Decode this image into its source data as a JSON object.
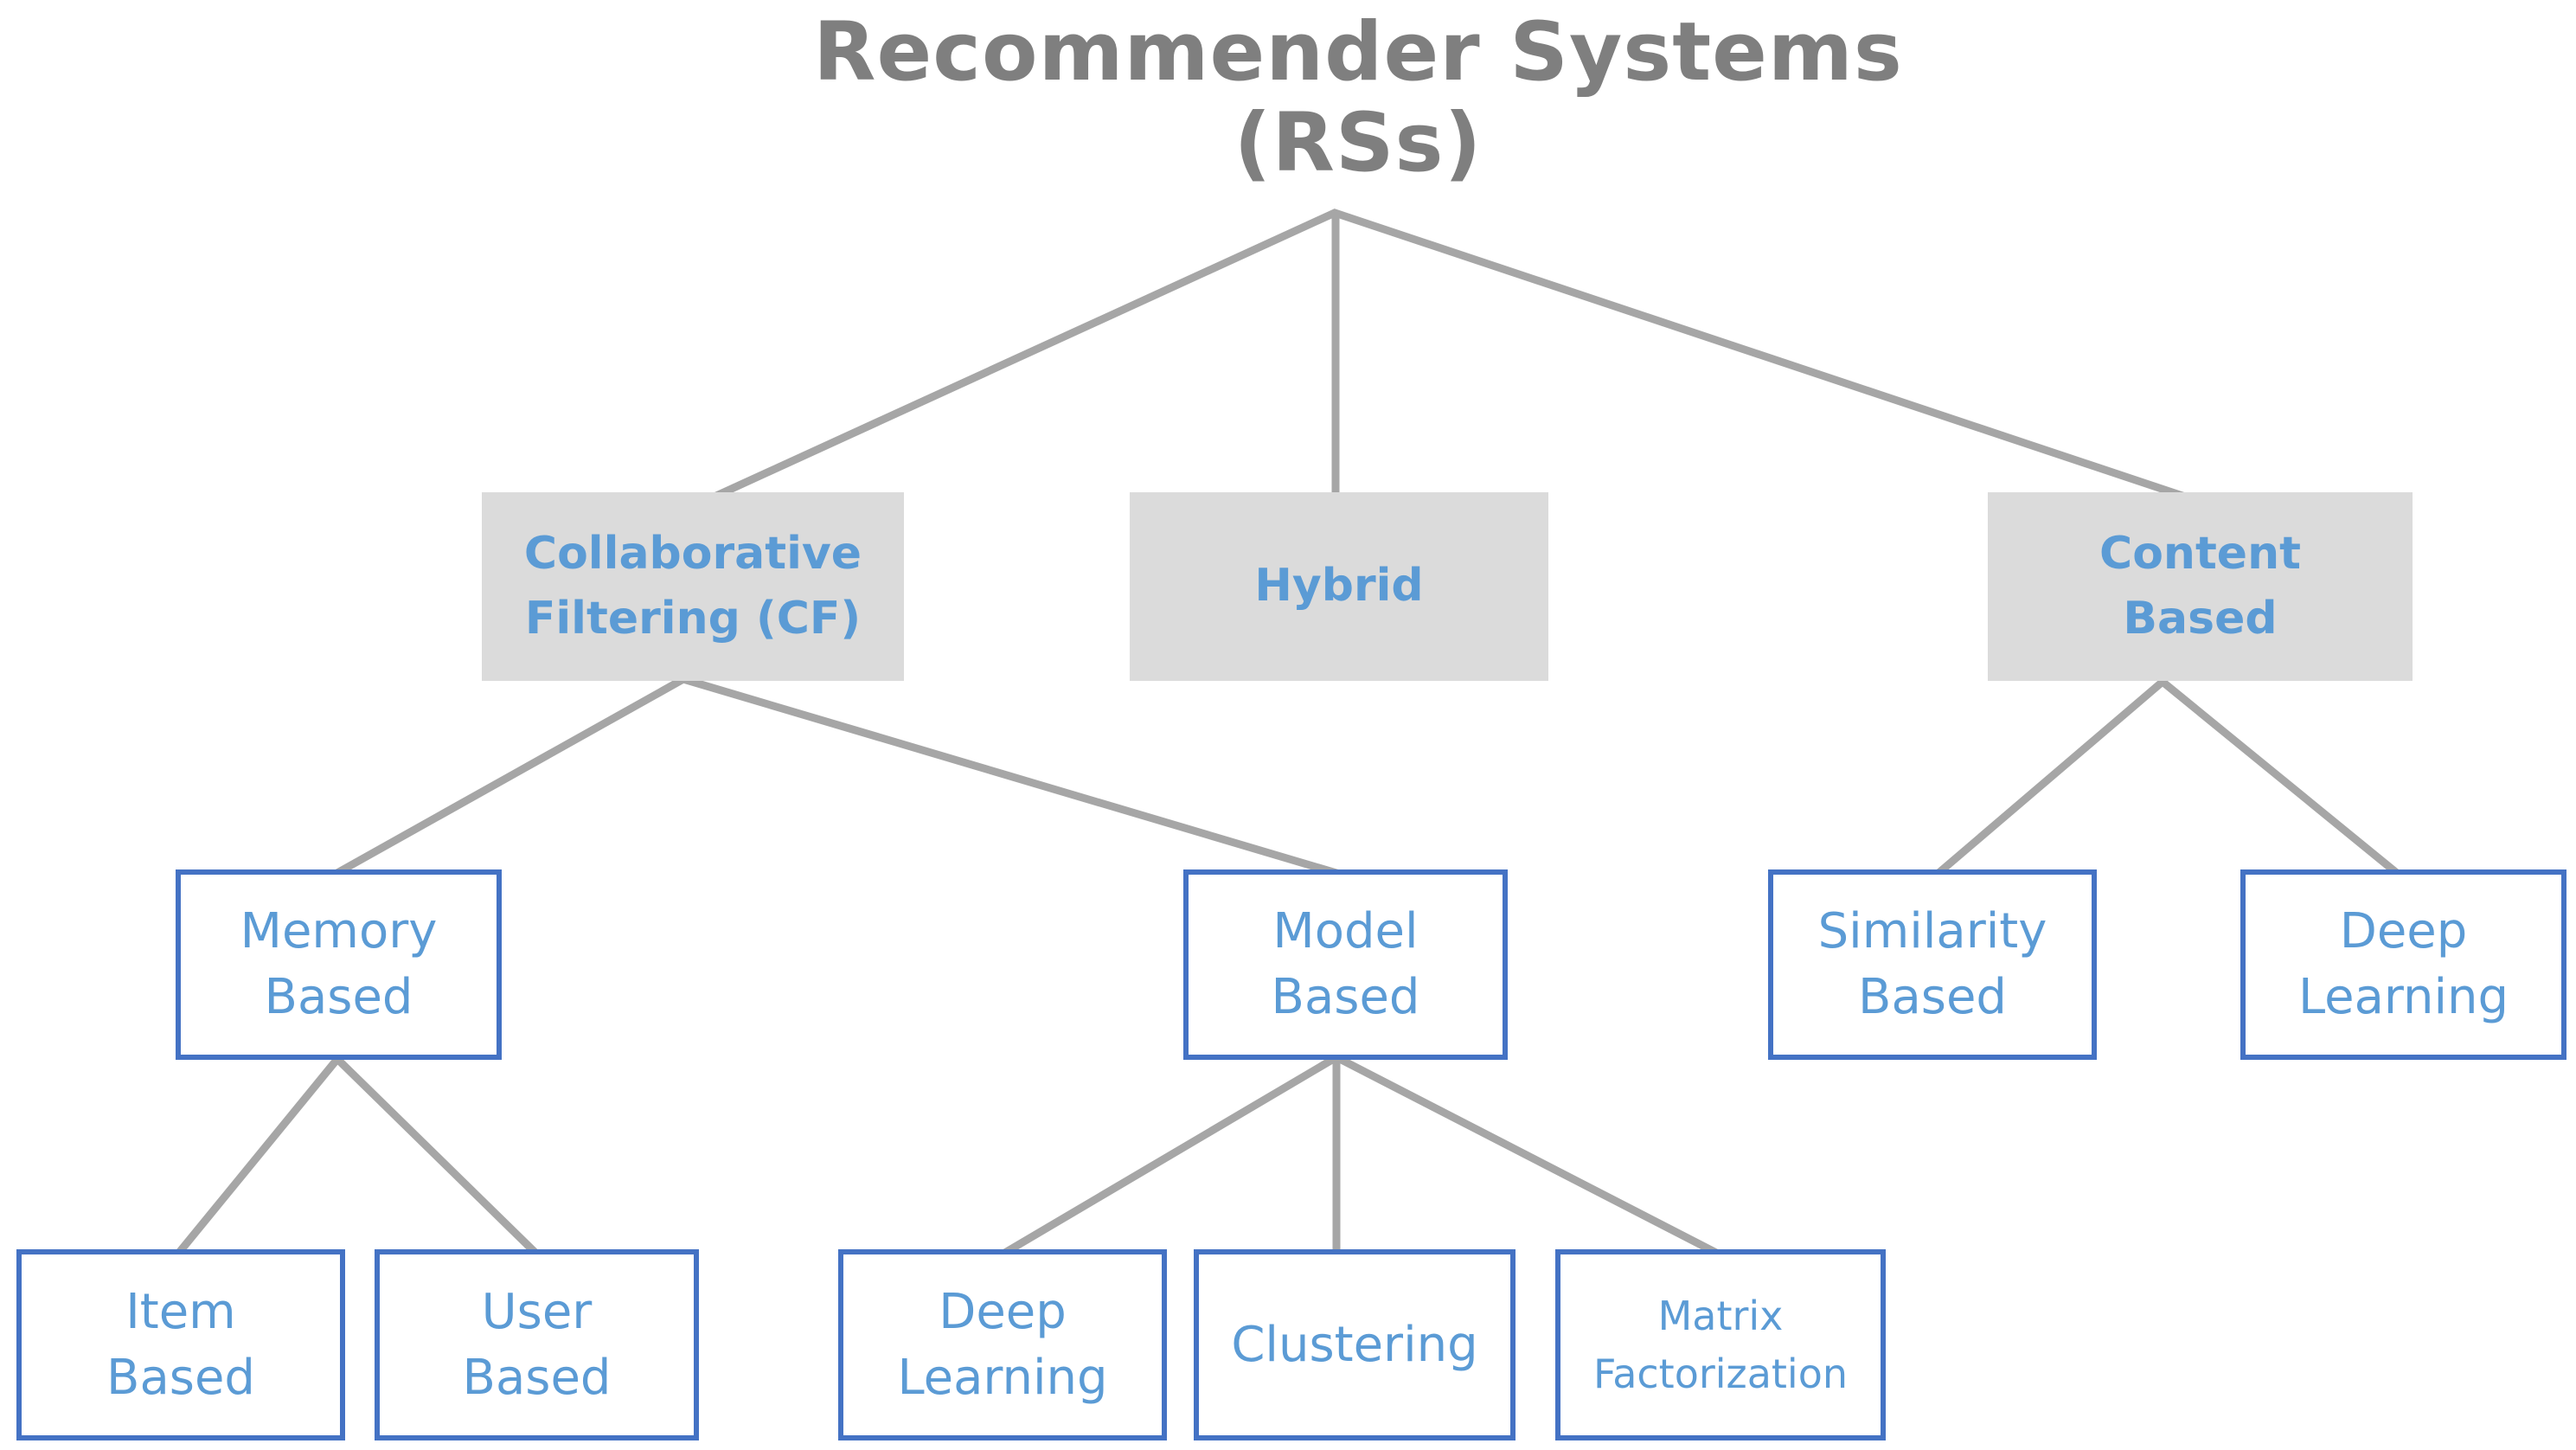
{
  "title": {
    "text": "Recommender Systems\n(RSs)"
  },
  "nodes": {
    "collaborative_filtering": "Collaborative\nFiltering (CF)",
    "hybrid": "Hybrid",
    "content_based": "Content\nBased",
    "memory_based": "Memory\nBased",
    "model_based": "Model\nBased",
    "similarity_based": "Similarity\nBased",
    "deep_learning_content": "Deep\nLearning",
    "item_based": "Item\nBased",
    "user_based": "User\nBased",
    "deep_learning_model": "Deep\nLearning",
    "clustering": "Clustering",
    "matrix_factorization": "Matrix\nFactorization"
  },
  "hierarchy": {
    "Recommender Systems (RSs)": {
      "Collaborative Filtering (CF)": {
        "Memory Based": [
          "Item Based",
          "User Based"
        ],
        "Model Based": [
          "Deep Learning",
          "Clustering",
          "Matrix Factorization"
        ]
      },
      "Hybrid": {},
      "Content Based": {
        "Similarity Based": [],
        "Deep Learning": []
      }
    }
  },
  "colors": {
    "title_text": "#7F7F7F",
    "node_text": "#5B9BD5",
    "level1_fill": "#DBDBDB",
    "box_border": "#4472C4",
    "connector": "#A6A6A6",
    "background": "#FFFFFF"
  }
}
